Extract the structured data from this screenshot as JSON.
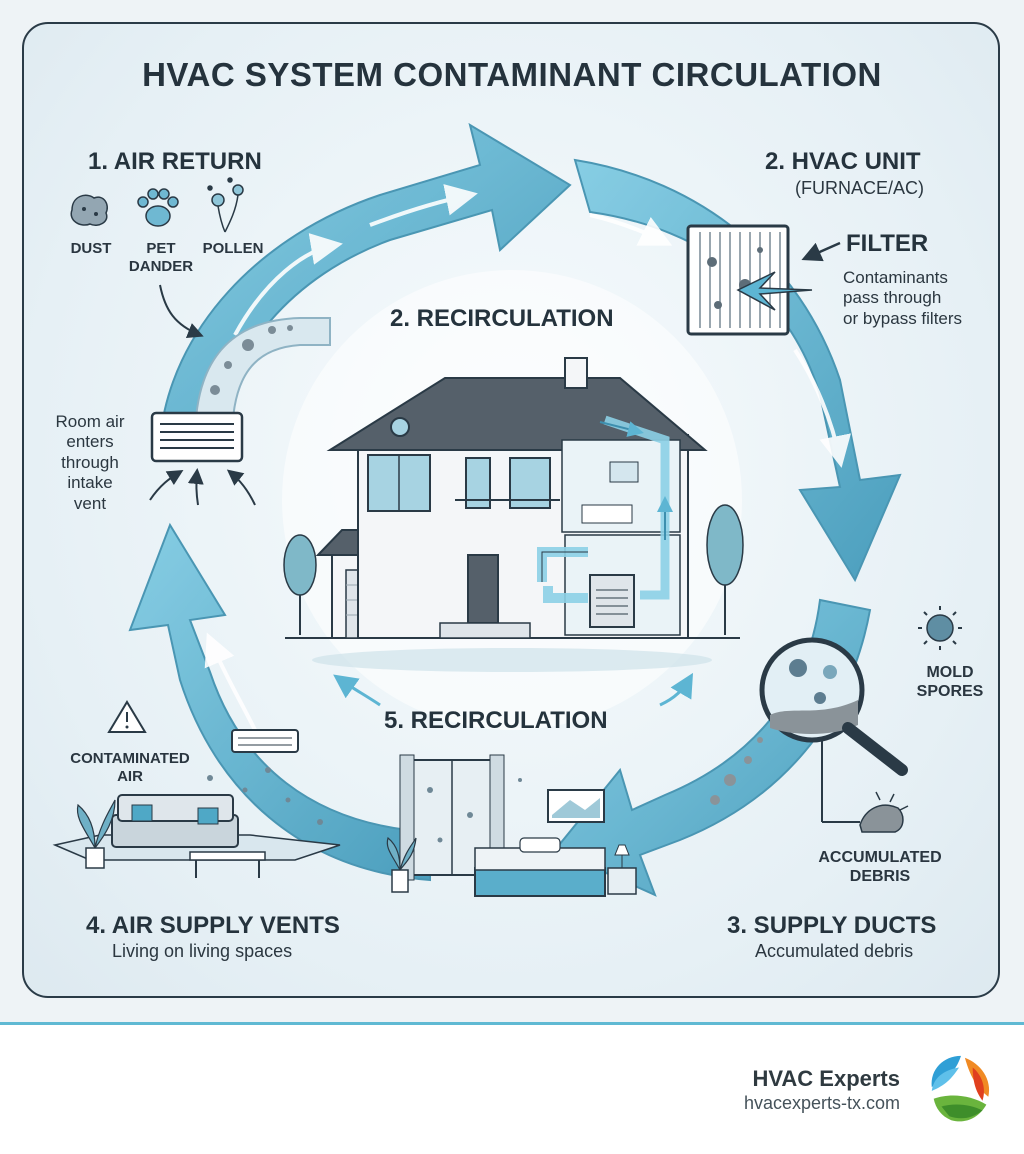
{
  "title": "HVAC SYSTEM CONTAMINANT CIRCULATION",
  "step_air_return": {
    "heading": "1. AIR RETURN",
    "contaminants": [
      {
        "label": "DUST",
        "icon": "dust-icon"
      },
      {
        "label": "PET\nDANDER",
        "icon": "paw-icon"
      },
      {
        "label": "POLLEN",
        "icon": "pollen-icon"
      }
    ],
    "intake_note": "Room air\nenters\nthrough\nintake\nvent"
  },
  "step_hvac_unit": {
    "heading": "2. HVAC UNIT",
    "subheading": "(FURNACE/AC)",
    "filter_label": "FILTER",
    "filter_note": "Contaminants\npass through\nor bypass filters"
  },
  "center_label": "2. RECIRCULATION",
  "bottom_center_label": "5. RECIRCULATION",
  "mold": {
    "label": "MOLD\nSPORES",
    "icon": "virus-icon"
  },
  "debris": {
    "label": "ACCUMULATED\nDEBRIS",
    "icon": "debris-icon"
  },
  "step_supply_ducts": {
    "heading": "3. SUPPLY DUCTS",
    "subheading": "Accumulated debris"
  },
  "step_supply_vents": {
    "heading": "4. AIR SUPPLY VENTS",
    "subheading": "Living on living spaces",
    "warning_label": "CONTAMINATED\nAIR"
  },
  "brand": {
    "name": "HVAC Experts",
    "url": "hvacexperts-tx.com"
  },
  "colors": {
    "arrow": "#5db5d3",
    "arrow_dark": "#3d8fae",
    "ink": "#25333d",
    "house_wall": "#f4f6f8",
    "roof": "#55606a"
  }
}
